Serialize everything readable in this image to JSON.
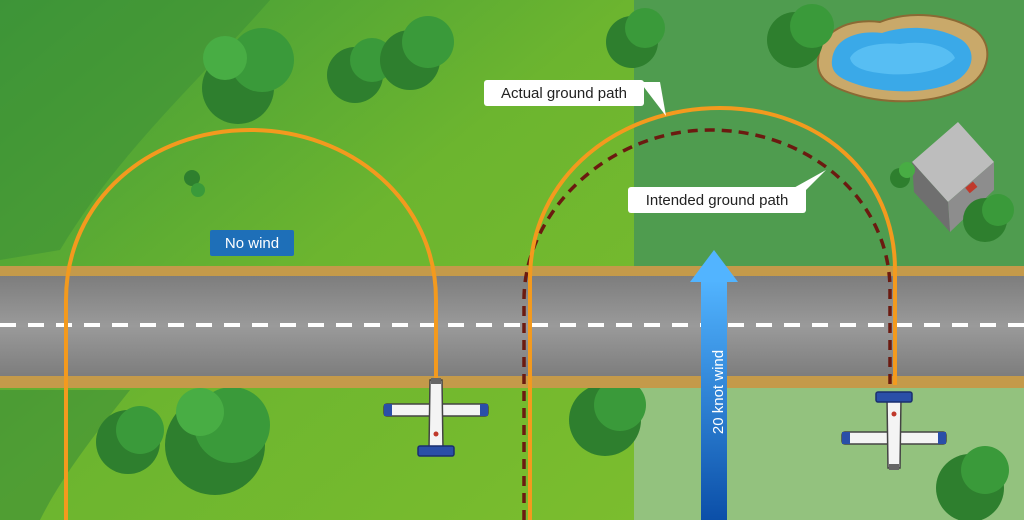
{
  "labels": {
    "no_wind": "No wind",
    "actual_path": "Actual ground path",
    "intended_path": "Intended ground path",
    "wind": "20 knot wind"
  },
  "colors": {
    "ground_path": "#f39a1e",
    "intended_path": "#6b1a10",
    "runway": "#8c8c8c",
    "grass_left": "#5ba83a",
    "grass_right": "#4e9a4c",
    "wind_arrow": "#2a8fe0",
    "label_blue": "#1e6fb8"
  }
}
